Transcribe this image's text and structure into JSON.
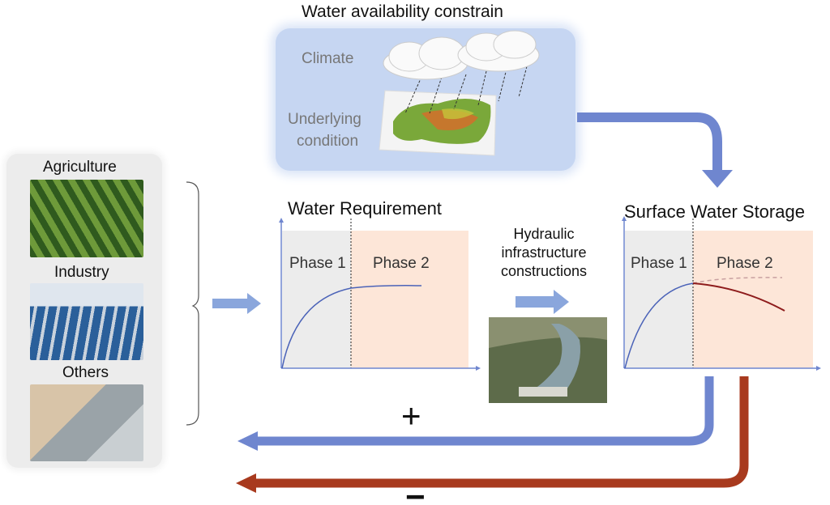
{
  "top": {
    "title": "Water availability constrain",
    "climate_label": "Climate",
    "underlying_label_1": "Underlying",
    "underlying_label_2": "condition"
  },
  "sectors": {
    "items": [
      {
        "label": "Agriculture"
      },
      {
        "label": "Industry"
      },
      {
        "label": "Others"
      }
    ]
  },
  "chart_requirement": {
    "title": "Water Requirement",
    "phase1": "Phase 1",
    "phase2": "Phase 2"
  },
  "hydraulic": {
    "line1": "Hydraulic",
    "line2": "infrastructure",
    "line3": "constructions"
  },
  "chart_storage": {
    "title": "Surface Water Storage",
    "phase1": "Phase 1",
    "phase2": "Phase 2"
  },
  "feedback": {
    "plus": "+",
    "minus": "−"
  },
  "colors": {
    "blue_arrow": "#6f86cf",
    "red_arrow": "#a83a1e",
    "phase1_bg": "#ececec",
    "phase2_bg": "#fde6d8",
    "curve_blue": "#4b63b8",
    "curve_red": "#8e1c1c"
  }
}
